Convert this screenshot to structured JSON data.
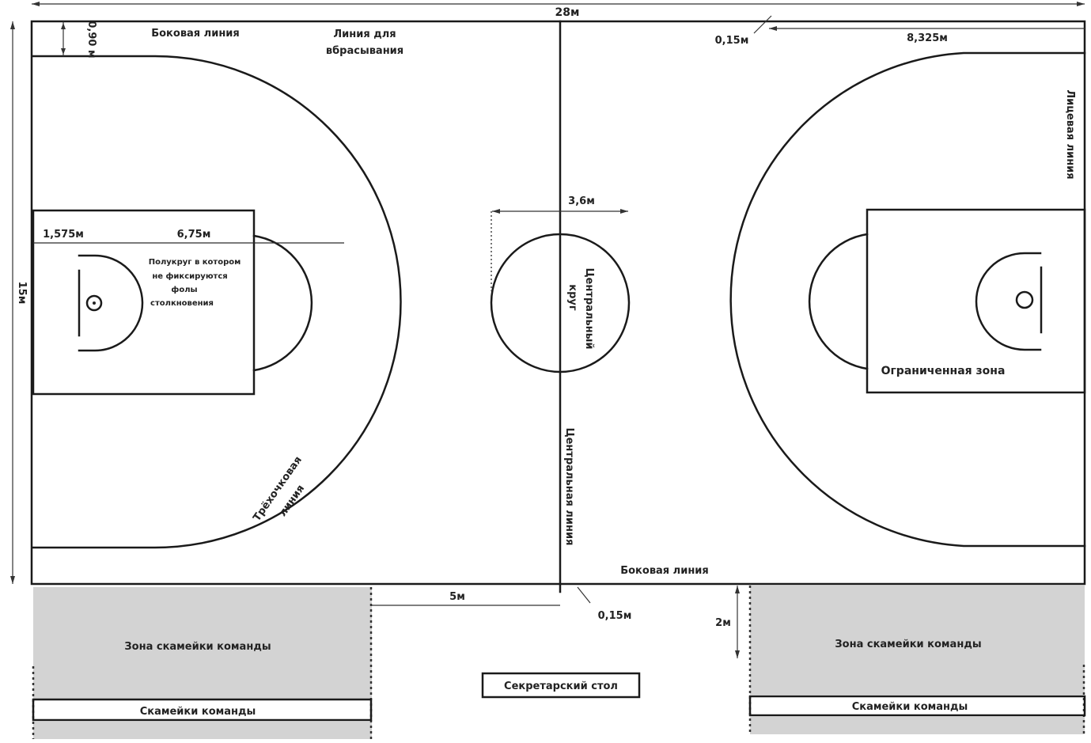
{
  "dimensions": {
    "length": "28м",
    "width": "15м",
    "line_offset": "0,90 м",
    "line_width_top": "0,15м",
    "line_width_bottom": "0,15м",
    "arc_offset": "8,325м",
    "center_circle": "3,6м",
    "ft_distance_a": "1,575м",
    "three_pt_radius": "6,75м",
    "table_offset": "5м",
    "bench_depth": "2м"
  },
  "labels": {
    "sideline_top": "Боковая линия",
    "sideline_bottom": "Боковая линия",
    "throwin_1": "Линия для",
    "throwin_2": "вбрасывания",
    "endline_right": "Лицевая линия",
    "no_charge_1": "Полукруг в котором",
    "no_charge_2": "не фиксируются",
    "no_charge_3": "фолы",
    "no_charge_4": "столкновения",
    "center_circle_1": "Центральный",
    "center_circle_2": "круг",
    "center_line": "Центральная линия",
    "three_pt_1": "Трёхочковая",
    "three_pt_2": "линия",
    "restricted_zone": "Ограниченная зона"
  },
  "zones": {
    "bench_zone_left": "Зона скамейки команды",
    "bench_zone_right": "Зона скамейки команды",
    "benches_left": "Скамейки команды",
    "benches_right": "Скамейки команды",
    "scorers_table": "Секретарский стол"
  }
}
